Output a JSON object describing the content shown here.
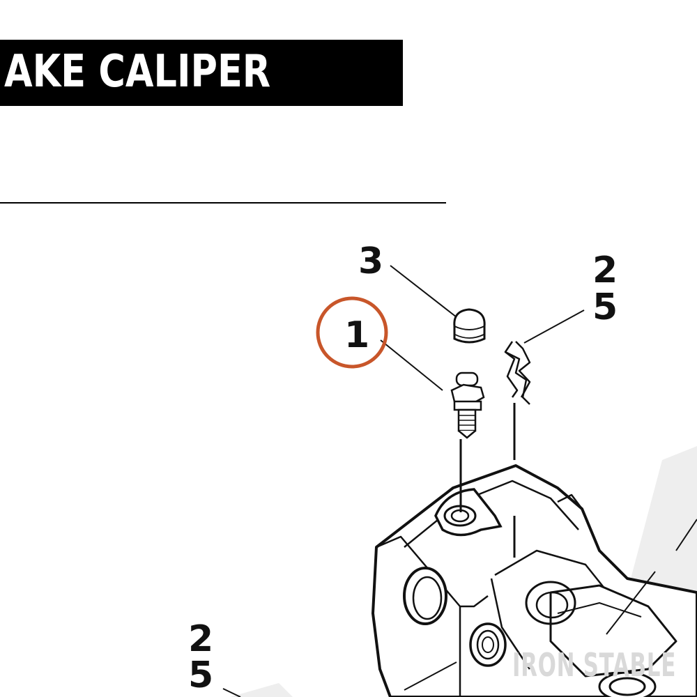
{
  "header": {
    "title": "AKE CALIPER"
  },
  "callouts": {
    "part_1": "1",
    "part_3": "3",
    "part_25_top": "2",
    "part_25_bottom": "5",
    "part_25b_top": "2",
    "part_25b_bottom": "5"
  },
  "watermark": {
    "text": "IRON STABLE"
  },
  "colors": {
    "highlight_circle": "#c8562a",
    "ink": "#111111",
    "watermark": "#d9d9d9"
  }
}
